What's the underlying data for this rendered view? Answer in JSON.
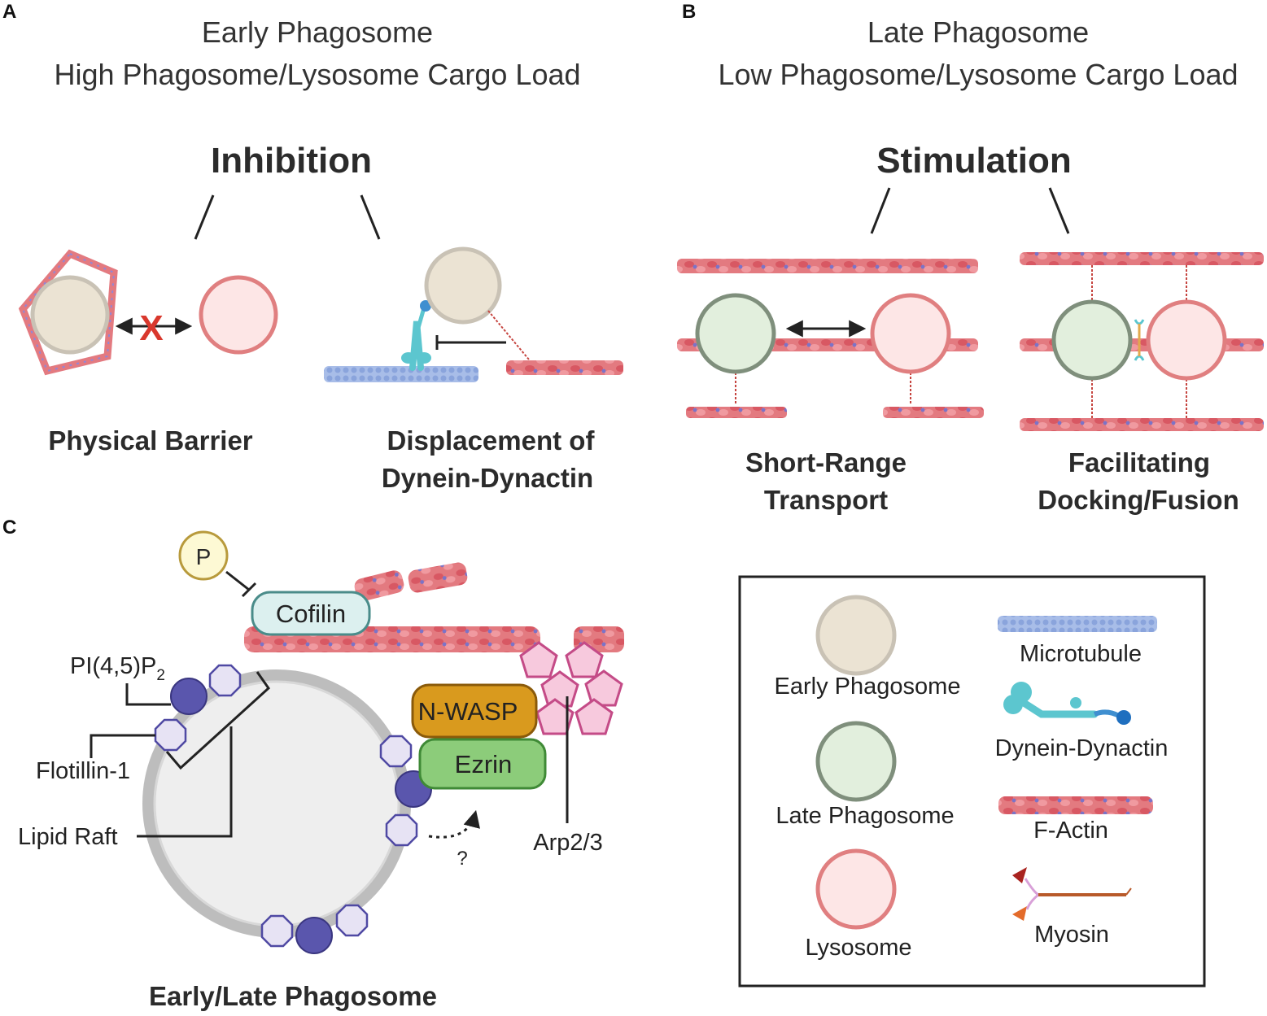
{
  "panels": {
    "a": {
      "letter": "A",
      "title_line1": "Early Phagosome",
      "title_line2": "High Phagosome/Lysosome Cargo Load",
      "mode": "Inhibition",
      "left_caption": "Physical Barrier",
      "right_caption_line1": "Displacement of",
      "right_caption_line2": "Dynein-Dynactin",
      "blocked_mark": "X"
    },
    "b": {
      "letter": "B",
      "title_line1": "Late Phagosome",
      "title_line2": "Low Phagosome/Lysosome Cargo Load",
      "mode": "Stimulation",
      "left_caption_line1": "Short-Range",
      "left_caption_line2": "Transport",
      "right_caption_line1": "Facilitating",
      "right_caption_line2": "Docking/Fusion"
    },
    "c": {
      "letter": "C",
      "phospho": "P",
      "cofilin": "Cofilin",
      "pip2_base": "PI(4,5)P",
      "pip2_sub": "2",
      "flotillin": "Flotillin-1",
      "lipid_raft": "Lipid Raft",
      "nwasp": "N-WASP",
      "ezrin": "Ezrin",
      "arp": "Arp2/3",
      "question": "?",
      "caption": "Early/Late Phagosome"
    }
  },
  "legend": {
    "early_phagosome": "Early Phagosome",
    "late_phagosome": "Late Phagosome",
    "lysosome": "Lysosome",
    "microtubule": "Microtubule",
    "dynein_dynactin": "Dynein-Dynactin",
    "f_actin": "F-Actin",
    "myosin": "Myosin"
  },
  "colors": {
    "early_phagosome_fill": "#ebe3d3",
    "early_phagosome_stroke": "#c9c2b5",
    "late_phagosome_fill": "#e2efdd",
    "late_phagosome_stroke": "#7f8f7c",
    "lysosome_fill": "#fde6e6",
    "lysosome_stroke": "#e07f80",
    "actin": "#e06a72",
    "microtubule": "#9ab2e0",
    "dynein": "#5cc6cf",
    "pip2": "#5a56ad",
    "flotillin": "#e7e3f4",
    "nwasp": "#d99a1e",
    "ezrin": "#8ccc7a",
    "arp": "#f7c9dd",
    "cofilin": "#dcf0ef",
    "inhibit_x": "#d9382d"
  }
}
